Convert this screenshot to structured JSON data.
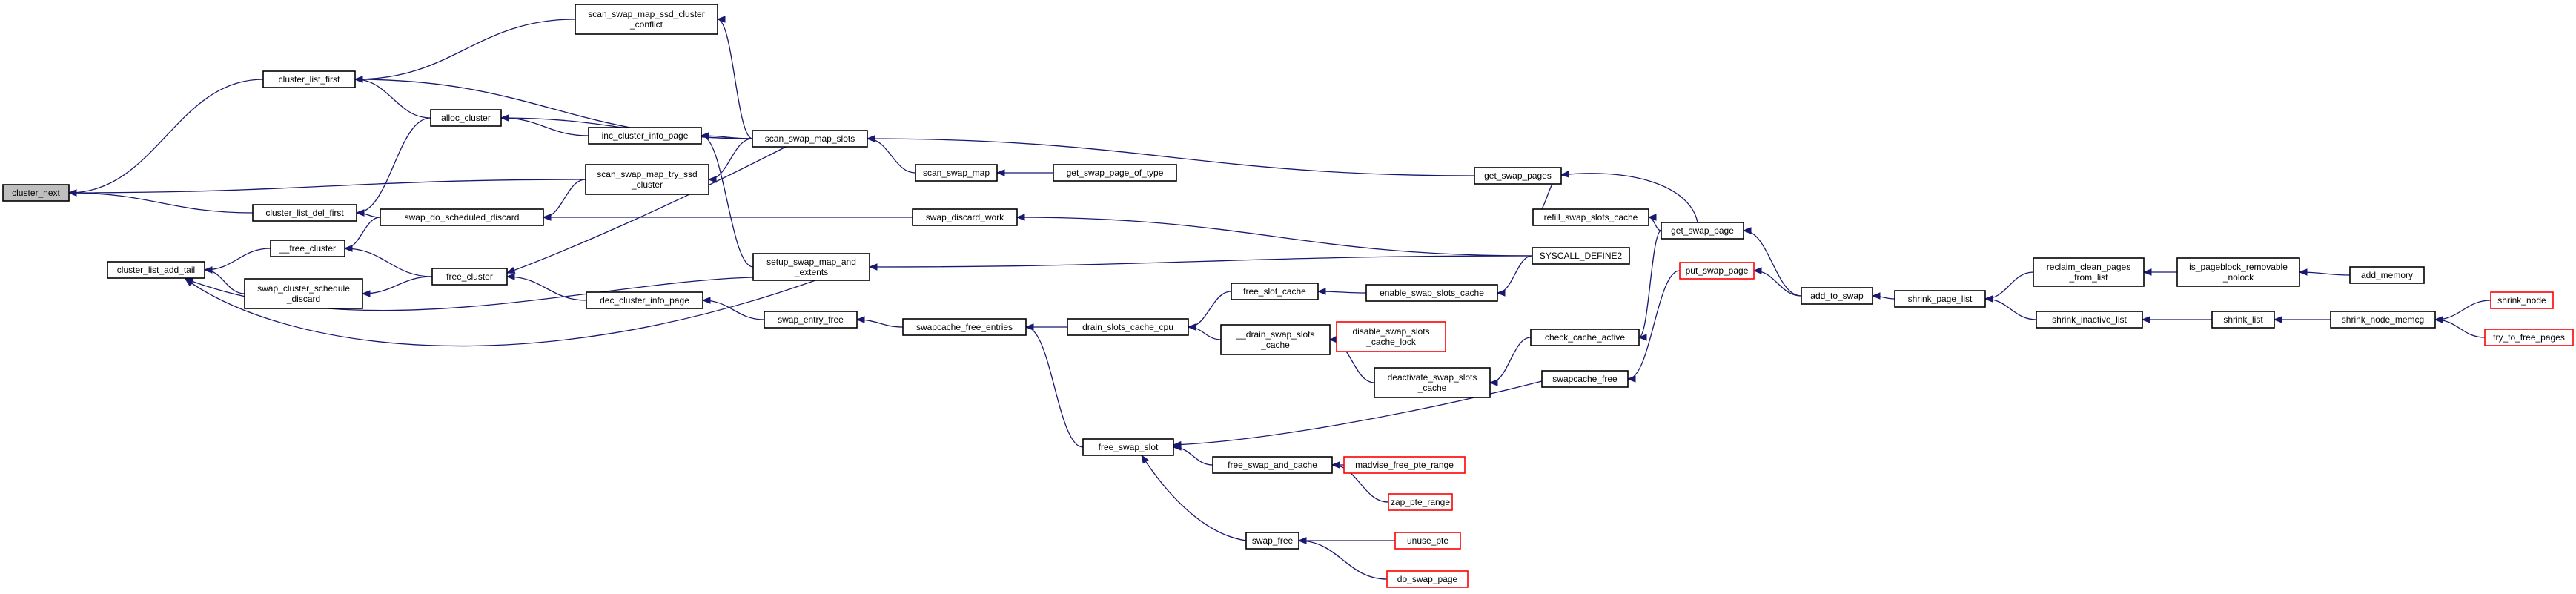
{
  "colors": {
    "edge": "#191970",
    "node_border": "#000000",
    "external_node_border": "#ff0000",
    "root_fill": "#bfbfbf"
  },
  "nodes": {
    "cluster_next": {
      "lines": [
        "cluster_next"
      ],
      "style": "root"
    },
    "cluster_list_first": {
      "lines": [
        "cluster_list_first"
      ]
    },
    "cluster_list_del_first": {
      "lines": [
        "cluster_list_del_first"
      ]
    },
    "cluster_list_add_tail": {
      "lines": [
        "cluster_list_add_tail"
      ]
    },
    "scan_swap_map_ssd_cluster_conflict": {
      "lines": [
        "scan_swap_map_ssd_cluster",
        "_conflict"
      ]
    },
    "alloc_cluster": {
      "lines": [
        "alloc_cluster"
      ]
    },
    "inc_cluster_info_page": {
      "lines": [
        "inc_cluster_info_page"
      ]
    },
    "scan_swap_map_slots": {
      "lines": [
        "scan_swap_map_slots"
      ]
    },
    "scan_swap_map_try_ssd_cluster": {
      "lines": [
        "scan_swap_map_try_ssd",
        "_cluster"
      ]
    },
    "swap_do_scheduled_discard": {
      "lines": [
        "swap_do_scheduled_discard"
      ]
    },
    "__free_cluster": {
      "lines": [
        "__free_cluster"
      ]
    },
    "swap_cluster_schedule_discard": {
      "lines": [
        "swap_cluster_schedule",
        "_discard"
      ]
    },
    "free_cluster": {
      "lines": [
        "free_cluster"
      ]
    },
    "setup_swap_map_and_extents": {
      "lines": [
        "setup_swap_map_and",
        "_extents"
      ]
    },
    "dec_cluster_info_page": {
      "lines": [
        "dec_cluster_info_page"
      ]
    },
    "scan_swap_map": {
      "lines": [
        "scan_swap_map"
      ]
    },
    "get_swap_page_of_type": {
      "lines": [
        "get_swap_page_of_type"
      ]
    },
    "swap_discard_work": {
      "lines": [
        "swap_discard_work"
      ]
    },
    "swap_entry_free": {
      "lines": [
        "swap_entry_free"
      ]
    },
    "swapcache_free_entries": {
      "lines": [
        "swapcache_free_entries"
      ]
    },
    "drain_slots_cache_cpu": {
      "lines": [
        "drain_slots_cache_cpu"
      ]
    },
    "free_slot_cache": {
      "lines": [
        "free_slot_cache"
      ]
    },
    "__drain_swap_slots_cache": {
      "lines": [
        "__drain_swap_slots",
        "_cache"
      ]
    },
    "enable_swap_slots_cache": {
      "lines": [
        "enable_swap_slots_cache"
      ]
    },
    "disable_swap_slots_cache_lock": {
      "lines": [
        "disable_swap_slots",
        "_cache_lock"
      ],
      "style": "red"
    },
    "deactivate_swap_slots_cache": {
      "lines": [
        "deactivate_swap_slots",
        "_cache"
      ]
    },
    "get_swap_pages": {
      "lines": [
        "get_swap_pages"
      ]
    },
    "refill_swap_slots_cache": {
      "lines": [
        "refill_swap_slots_cache"
      ]
    },
    "SYSCALL_DEFINE2": {
      "lines": [
        "SYSCALL_DEFINE2"
      ]
    },
    "get_swap_page": {
      "lines": [
        "get_swap_page"
      ]
    },
    "check_cache_active": {
      "lines": [
        "check_cache_active"
      ]
    },
    "put_swap_page": {
      "lines": [
        "put_swap_page"
      ],
      "style": "red"
    },
    "add_to_swap": {
      "lines": [
        "add_to_swap"
      ]
    },
    "swapcache_free": {
      "lines": [
        "swapcache_free"
      ]
    },
    "shrink_page_list": {
      "lines": [
        "shrink_page_list"
      ]
    },
    "reclaim_clean_pages_from_list": {
      "lines": [
        "reclaim_clean_pages",
        "_from_list"
      ]
    },
    "shrink_inactive_list": {
      "lines": [
        "shrink_inactive_list"
      ]
    },
    "is_pageblock_removable_nolock": {
      "lines": [
        "is_pageblock_removable",
        "_nolock"
      ]
    },
    "add_memory": {
      "lines": [
        "add_memory"
      ]
    },
    "shrink_list": {
      "lines": [
        "shrink_list"
      ]
    },
    "shrink_node_memcg": {
      "lines": [
        "shrink_node_memcg"
      ]
    },
    "shrink_node": {
      "lines": [
        "shrink_node"
      ],
      "style": "red"
    },
    "try_to_free_pages": {
      "lines": [
        "try_to_free_pages"
      ],
      "style": "red"
    },
    "free_swap_slot": {
      "lines": [
        "free_swap_slot"
      ]
    },
    "free_swap_and_cache": {
      "lines": [
        "free_swap_and_cache"
      ]
    },
    "madvise_free_pte_range": {
      "lines": [
        "madvise_free_pte_range"
      ],
      "style": "red"
    },
    "zap_pte_range": {
      "lines": [
        "zap_pte_range"
      ],
      "style": "red"
    },
    "swap_free": {
      "lines": [
        "swap_free"
      ]
    },
    "unuse_pte": {
      "lines": [
        "unuse_pte"
      ],
      "style": "red"
    },
    "do_swap_page": {
      "lines": [
        "do_swap_page"
      ],
      "style": "red"
    }
  },
  "edges": [
    [
      "cluster_list_first",
      "cluster_next"
    ],
    [
      "cluster_list_del_first",
      "cluster_next"
    ],
    [
      "cluster_list_add_tail",
      "cluster_next"
    ],
    [
      "scan_swap_map_try_ssd_cluster",
      "cluster_next"
    ],
    [
      "scan_swap_map_ssd_cluster_conflict",
      "cluster_list_first"
    ],
    [
      "alloc_cluster",
      "cluster_list_first"
    ],
    [
      "scan_swap_map_slots",
      "cluster_list_first"
    ],
    [
      "alloc_cluster",
      "cluster_list_del_first"
    ],
    [
      "swap_do_scheduled_discard",
      "cluster_list_del_first"
    ],
    [
      "__free_cluster",
      "cluster_list_add_tail"
    ],
    [
      "swap_cluster_schedule_discard",
      "cluster_list_add_tail"
    ],
    [
      "setup_swap_map_and_extents",
      "cluster_list_add_tail"
    ],
    [
      "scan_swap_map_slots",
      "scan_swap_map_ssd_cluster_conflict"
    ],
    [
      "inc_cluster_info_page",
      "alloc_cluster"
    ],
    [
      "scan_swap_map_slots",
      "alloc_cluster"
    ],
    [
      "scan_swap_map_slots",
      "inc_cluster_info_page"
    ],
    [
      "setup_swap_map_and_extents",
      "inc_cluster_info_page"
    ],
    [
      "get_swap_pages",
      "scan_swap_map_slots"
    ],
    [
      "scan_swap_map",
      "scan_swap_map_slots"
    ],
    [
      "scan_swap_map_slots",
      "scan_swap_map_try_ssd_cluster"
    ],
    [
      "scan_swap_map_try_ssd_cluster",
      "swap_do_scheduled_discard"
    ],
    [
      "swap_discard_work",
      "swap_do_scheduled_discard"
    ],
    [
      "swap_do_scheduled_discard",
      "__free_cluster"
    ],
    [
      "free_cluster",
      "__free_cluster"
    ],
    [
      "free_cluster",
      "swap_cluster_schedule_discard"
    ],
    [
      "dec_cluster_info_page",
      "free_cluster"
    ],
    [
      "scan_swap_map_slots",
      "free_cluster"
    ],
    [
      "swap_entry_free",
      "dec_cluster_info_page"
    ],
    [
      "SYSCALL_DEFINE2",
      "setup_swap_map_and_extents"
    ],
    [
      "get_swap_page_of_type",
      "scan_swap_map"
    ],
    [
      "SYSCALL_DEFINE2",
      "swap_discard_work"
    ],
    [
      "swapcache_free_entries",
      "swap_entry_free"
    ],
    [
      "drain_slots_cache_cpu",
      "swapcache_free_entries"
    ],
    [
      "free_swap_slot",
      "swapcache_free_entries"
    ],
    [
      "free_slot_cache",
      "drain_slots_cache_cpu"
    ],
    [
      "__drain_swap_slots_cache",
      "drain_slots_cache_cpu"
    ],
    [
      "enable_swap_slots_cache",
      "free_slot_cache"
    ],
    [
      "disable_swap_slots_cache_lock",
      "__drain_swap_slots_cache"
    ],
    [
      "deactivate_swap_slots_cache",
      "__drain_swap_slots_cache"
    ],
    [
      "SYSCALL_DEFINE2",
      "enable_swap_slots_cache"
    ],
    [
      "check_cache_active",
      "deactivate_swap_slots_cache"
    ],
    [
      "get_swap_page",
      "get_swap_pages"
    ],
    [
      "refill_swap_slots_cache",
      "get_swap_pages"
    ],
    [
      "get_swap_page",
      "refill_swap_slots_cache"
    ],
    [
      "add_to_swap",
      "get_swap_page"
    ],
    [
      "get_swap_page",
      "check_cache_active"
    ],
    [
      "shrink_page_list",
      "add_to_swap"
    ],
    [
      "put_swap_page",
      "swapcache_free"
    ],
    [
      "add_to_swap",
      "put_swap_page"
    ],
    [
      "reclaim_clean_pages_from_list",
      "shrink_page_list"
    ],
    [
      "shrink_inactive_list",
      "shrink_page_list"
    ],
    [
      "is_pageblock_removable_nolock",
      "reclaim_clean_pages_from_list"
    ],
    [
      "add_memory",
      "is_pageblock_removable_nolock"
    ],
    [
      "shrink_list",
      "shrink_inactive_list"
    ],
    [
      "shrink_node_memcg",
      "shrink_list"
    ],
    [
      "shrink_node",
      "shrink_node_memcg"
    ],
    [
      "try_to_free_pages",
      "shrink_node_memcg"
    ],
    [
      "swapcache_free",
      "free_swap_slot"
    ],
    [
      "free_swap_and_cache",
      "free_swap_slot"
    ],
    [
      "swap_free",
      "free_swap_slot"
    ],
    [
      "madvise_free_pte_range",
      "free_swap_and_cache"
    ],
    [
      "zap_pte_range",
      "free_swap_and_cache"
    ],
    [
      "unuse_pte",
      "swap_free"
    ],
    [
      "do_swap_page",
      "swap_free"
    ]
  ]
}
